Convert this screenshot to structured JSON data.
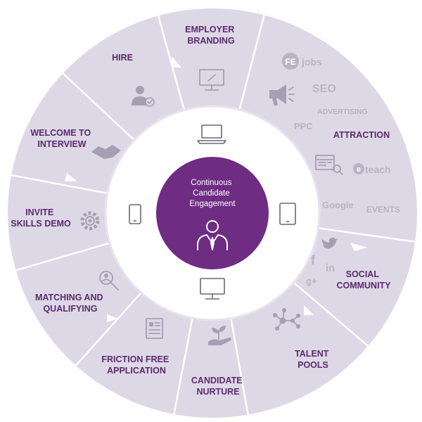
{
  "center": {
    "line1": "Continuous",
    "line2": "Candidate",
    "line3": "Engagement"
  },
  "segments": {
    "employer_branding": [
      "EMPLOYER",
      "BRANDING"
    ],
    "attraction": [
      "ATTRACTION"
    ],
    "social_community": [
      "SOCIAL",
      "COMMUNITY"
    ],
    "talent_pools": [
      "TALENT",
      "POOLS"
    ],
    "candidate_nurture": [
      "CANDIDATE",
      "NURTURE"
    ],
    "friction_free_application": [
      "FRICTION FREE",
      "APPLICATION"
    ],
    "matching_and_qualifying": [
      "MATCHING AND",
      "QUALIFYING"
    ],
    "invite_skills_demo": [
      "INVITE",
      "SKILLS DEMO"
    ],
    "welcome_to_interview": [
      "WELCOME TO",
      "INTERVIEW"
    ],
    "hire": [
      "HIRE"
    ]
  },
  "attraction_channels": {
    "fe_badge": "FE",
    "fe_jobs": "jobs",
    "seo": "SEO",
    "advertising": "ADVERTISING",
    "ppc": "PPC",
    "eteach_e": "e",
    "eteach": "teach",
    "google": "Google",
    "events": "EVENTS"
  },
  "social_icons": {
    "twitter": "twitter-icon",
    "facebook_glyph": "f",
    "linkedin_glyph": "in",
    "google_plus_glyph": "g+"
  },
  "colors": {
    "ring": "#ddd8e6",
    "ring_border": "#ffffff",
    "hub": "#ffffff",
    "center": "#6e2c82",
    "label": "#5b2a6e",
    "icon": "#a69fb4"
  }
}
